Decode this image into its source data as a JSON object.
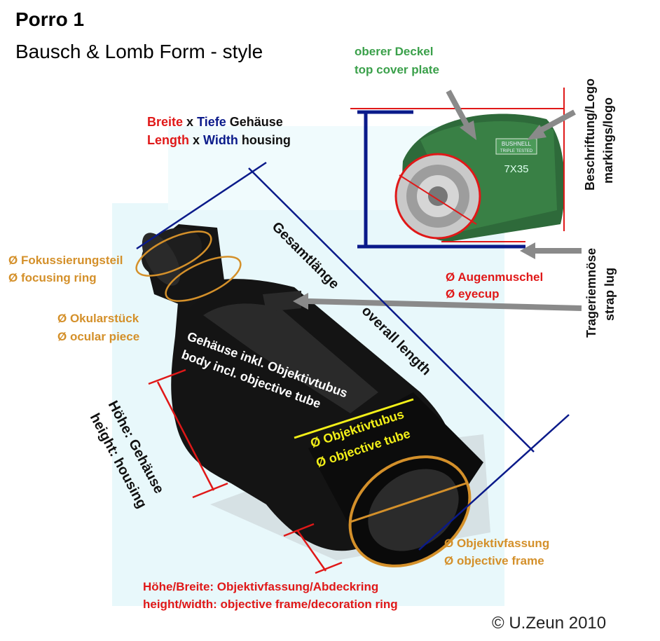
{
  "header": {
    "title": "Porro 1",
    "subtitle": "Bausch & Lomb  Form - style"
  },
  "labels": {
    "top_cover_de": "oberer Deckel",
    "top_cover_en": "top cover plate",
    "logo_de": "Beschriftung/Logo",
    "logo_en": "markings/logo",
    "housing_dims": {
      "width_de": "Breite",
      "x1": "x",
      "depth_de": "Tiefe",
      "housing_de": "Gehäuse",
      "length_en": "Length",
      "x2": "x",
      "width_en": "Width",
      "housing_en": "housing"
    },
    "focusing_de": "Ø Fokussierungsteil",
    "focusing_en": "Ø focusing ring",
    "ocular_de": "Ø Okularstück",
    "ocular_en": "Ø ocular piece",
    "eyecup_de": "Ø Augenmuschel",
    "eyecup_en": "Ø eyecup",
    "strap_de": "Trageriemnöse",
    "strap_en": "strap lug",
    "overall_de": "Gesamtlänge",
    "overall_en": "overall length",
    "body_de": "Gehäuse inkl. Objektivtubus",
    "body_en": "body incl. objective tube",
    "obj_tube_de": "Ø Objektivtubus",
    "obj_tube_en": "Ø objective tube",
    "height_de": "Höhe: Gehäuse",
    "height_en": "height: housing",
    "obj_frame_de": "Ø Objektivfassung",
    "obj_frame_en": "Ø objective frame",
    "frame_ring_de": "Höhe/Breite: Objektivfassung/Abdeckring",
    "frame_ring_en": "height/width: objective frame/decoration ring",
    "copyright": "© U.Zeun 2010"
  },
  "eyepiece_markings": {
    "brand": "BUSHNELL",
    "tested": "TRIPLE TESTED",
    "power": "7X35"
  },
  "colors": {
    "dimension_red": "#e01818",
    "dimension_navy": "#0a1a8a",
    "diameter_orange": "#d4902a",
    "objective_yellow": "#f2ef18",
    "label_green": "#3aa04a",
    "pointer_gray": "#8a8a8a",
    "background_cyan": "#e6f8fb"
  }
}
